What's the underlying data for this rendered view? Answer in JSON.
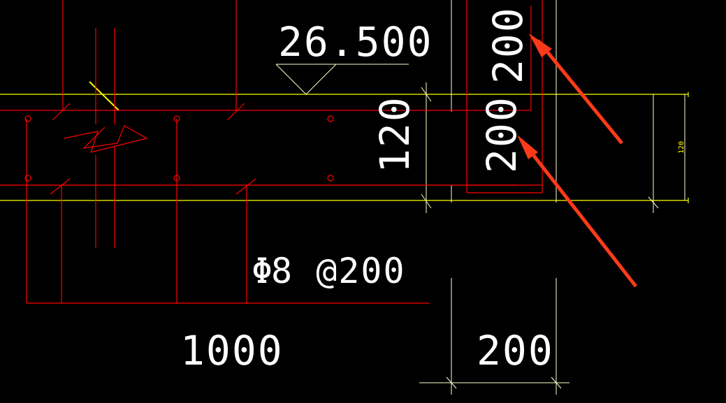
{
  "colors": {
    "background": "#000000",
    "rebar": "#ff0000",
    "outline": "#ffff00",
    "dimension": "#ffffcc",
    "text": "#ffffff",
    "arrow": "#ff3a1a"
  },
  "annotations": {
    "elevation": "26.500",
    "slab_thickness": "120",
    "rebar_spec_symbol": "Φ",
    "rebar_spec": "8 @200",
    "width_left": "1000",
    "width_right": "200",
    "upper_dim": "200",
    "lower_dim": "200",
    "right_dim_small": "120"
  }
}
